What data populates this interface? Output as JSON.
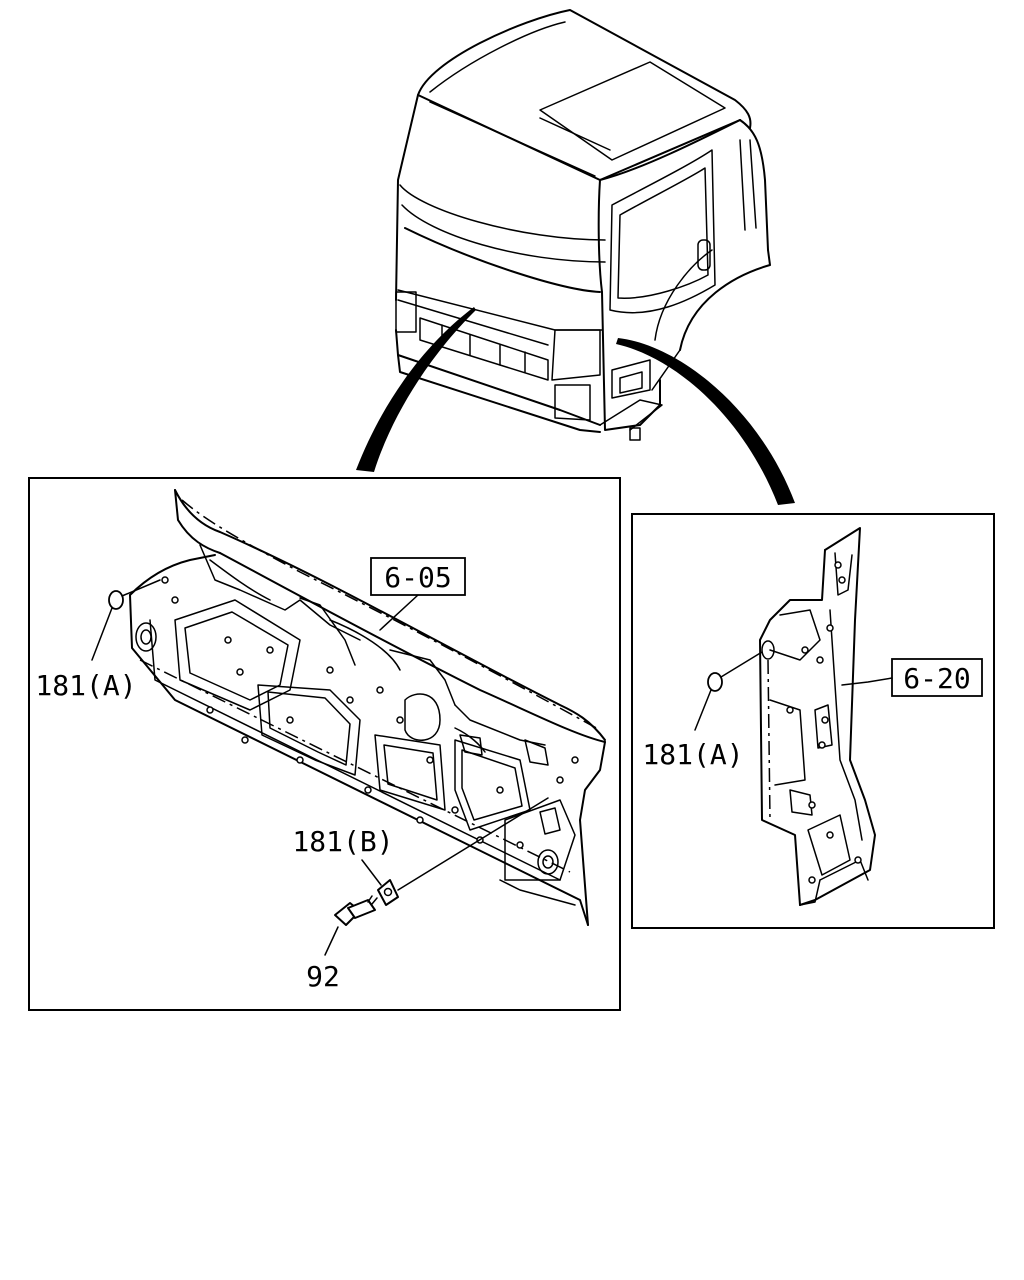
{
  "labels": {
    "ref_6_05": "6-05",
    "ref_6_20": "6-20",
    "part_181A_left": "181(A)",
    "part_181A_right": "181(A)",
    "part_181B": "181(B)",
    "part_92": "92"
  }
}
